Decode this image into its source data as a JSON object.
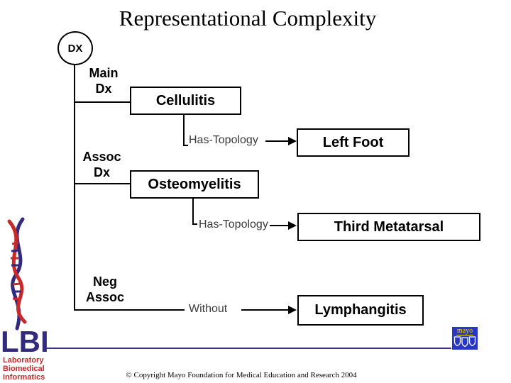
{
  "slide": {
    "title": "Representational Complexity",
    "copyright": "© Copyright Mayo Foundation for Medical Education and Research 2004"
  },
  "diagram": {
    "root": "DX",
    "branch_labels": {
      "main": {
        "line1": "Main",
        "line2": "Dx"
      },
      "assoc": {
        "line1": "Assoc",
        "line2": "Dx"
      },
      "neg": {
        "line1": "Neg",
        "line2": "Assoc"
      }
    },
    "nodes": {
      "cellulitis": "Cellulitis",
      "osteomyelitis": "Osteomyelitis",
      "left_foot": "Left Foot",
      "third_metatarsal": "Third Metatarsal",
      "lymphangitis": "Lymphangitis"
    },
    "relations": {
      "has_topology_1": "Has-Topology",
      "has_topology_2": "Has-Topology",
      "without": "Without"
    }
  },
  "footer": {
    "lbi_logo": {
      "acronym": "LBI",
      "line1": "Laboratory",
      "line2": "Biomedical",
      "line3": "Informatics"
    },
    "mayo_logo": {
      "wordmark": "mayo"
    }
  },
  "colors": {
    "lbi_navy": "#312a7d",
    "lbi_red": "#c62a2a",
    "rule_purple": "#3f3388",
    "mayo_blue": "#2836c8",
    "mayo_yellow": "#efd800",
    "diagram_black": "#000000",
    "relation_text": "#3a3a3a"
  }
}
